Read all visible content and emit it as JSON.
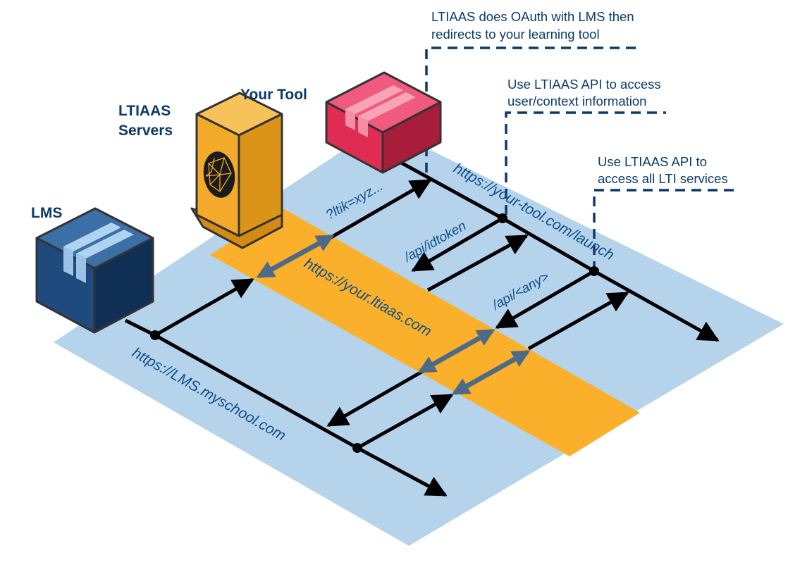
{
  "colors": {
    "plane": "#b6d3ec",
    "band": "#fbb02b",
    "lms_box": "#1e4a7e",
    "tool_box": "#e02c52",
    "server": "#f3aa2a",
    "label": "#0b3a6a"
  },
  "nodes": {
    "lms": "LMS",
    "servers_line1": "LTIAAS",
    "servers_line2": "Servers",
    "tool": "Your Tool"
  },
  "callouts": {
    "oauth_line1": "LTIAAS does OAuth with LMS then",
    "oauth_line2": "redirects to your learning tool",
    "context_line1": "Use LTIAAS API to access",
    "context_line2": "user/context information",
    "services_line1": "Use LTIAAS API to",
    "services_line2": "access all LTI services"
  },
  "urls": {
    "lms": "https://LMS.myschool.com",
    "ltiaas": "https://your.ltiaas.com",
    "tool": "https://your-tool.com/launch"
  },
  "api_labels": {
    "ltik": "?ltik=xyz...",
    "idtoken": "/api/idtoken",
    "any": "/api/<any>"
  }
}
